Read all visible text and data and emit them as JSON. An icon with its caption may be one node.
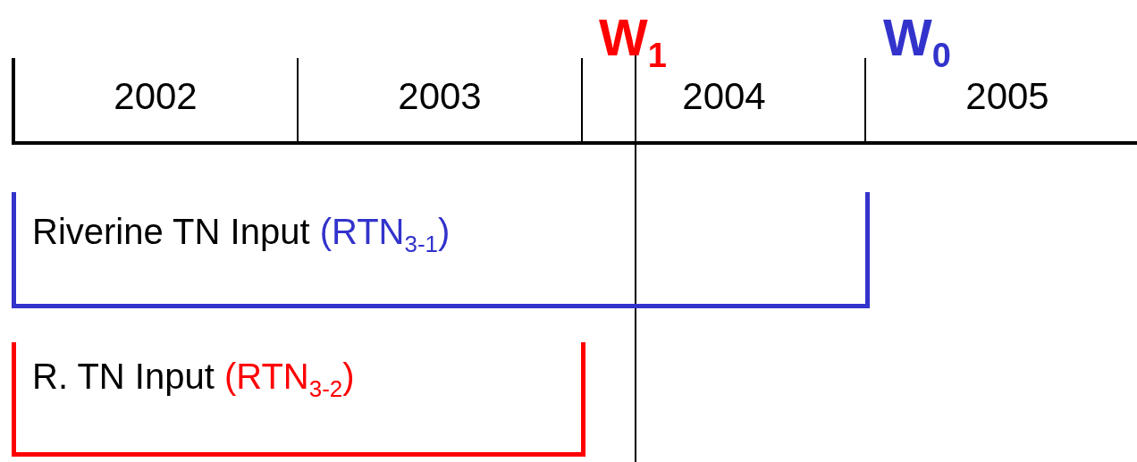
{
  "diagram": {
    "nodes": [
      {
        "text": [
          "Riverine TN Input",
          "(RTN$_{3-1}$)"
        ]
      },
      {
        "text": [
          "R. TN Input",
          "(RTN$_{3-2}$)"
        ]
      }
    ],
    "labels": [
      "W$_{1}$",
      "W$_{0}$",
      "2002",
      "2003",
      "2004",
      "2005"
    ]
  }
}
